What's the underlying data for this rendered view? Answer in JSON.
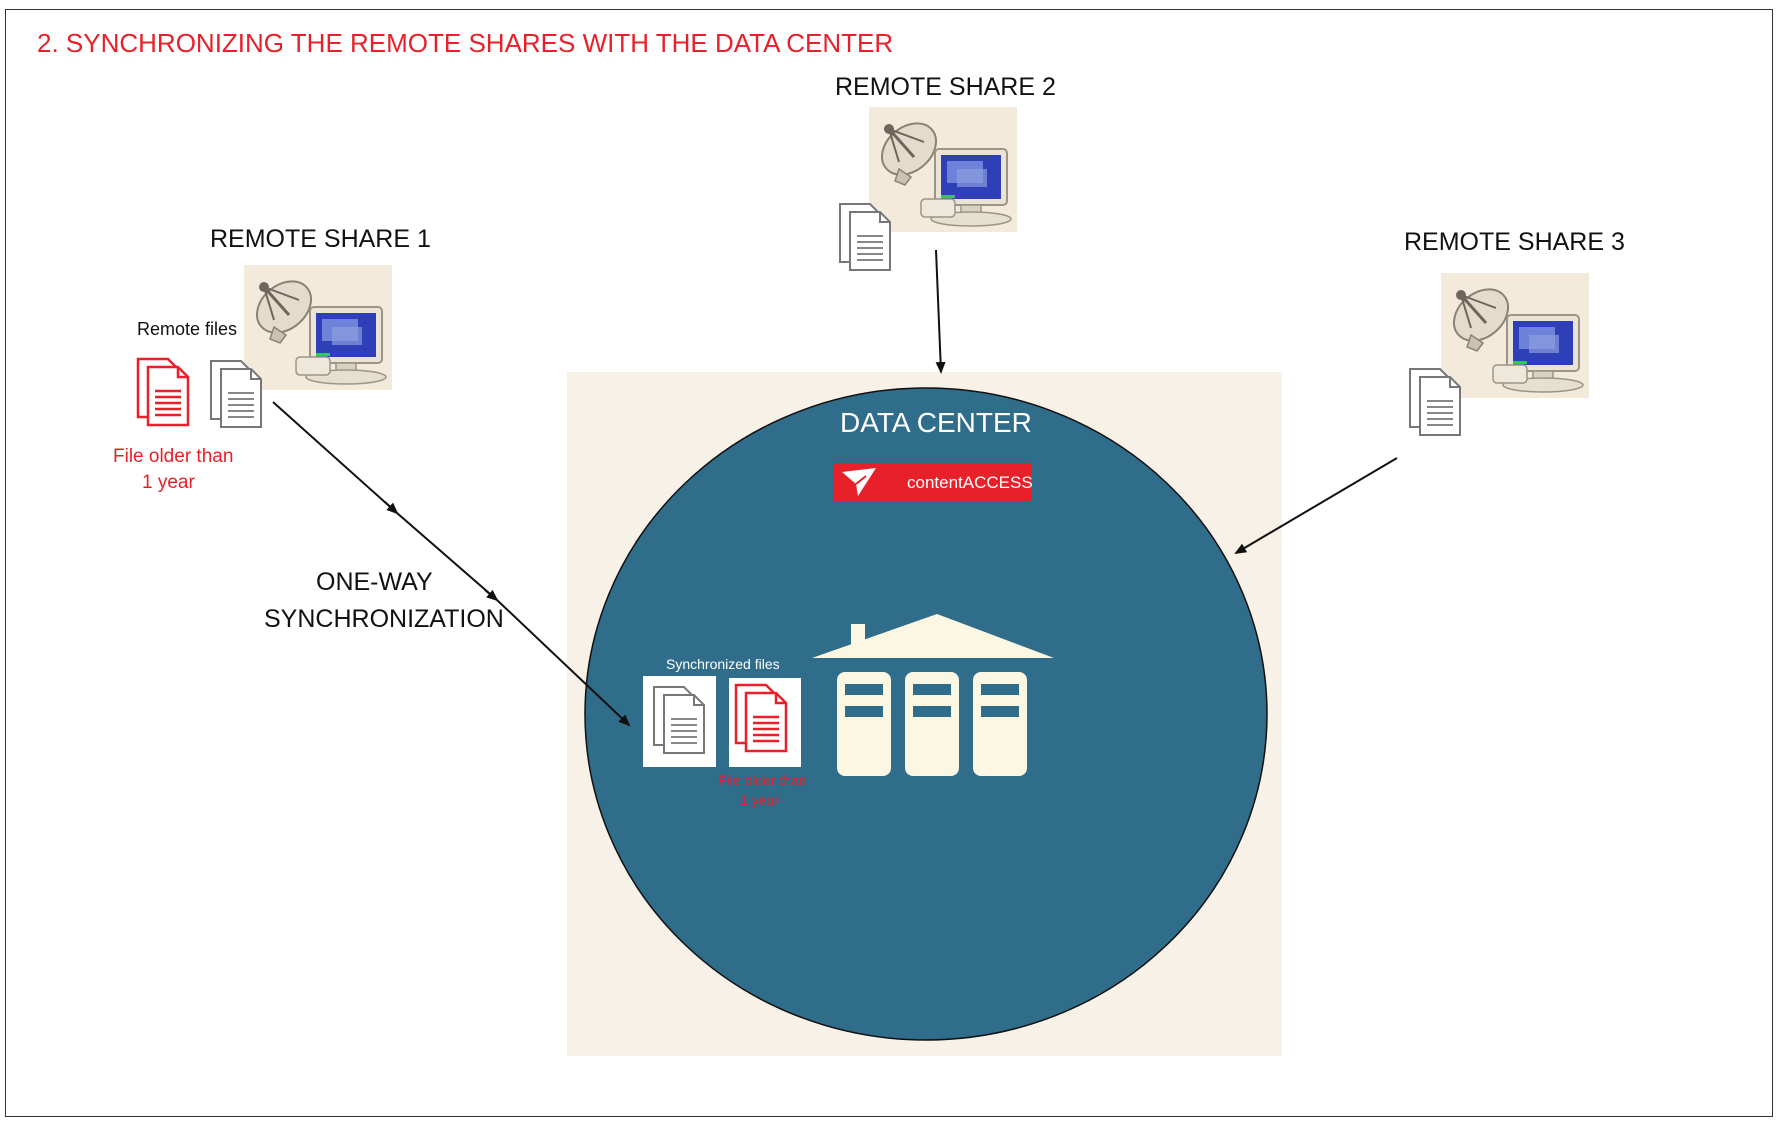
{
  "title": "2. SYNCHRONIZING THE REMOTE SHARES WITH THE DATA CENTER",
  "remote_share_1": {
    "label": "REMOTE SHARE 1",
    "files_label": "Remote files",
    "old_file_line1": "File older than",
    "old_file_line2": "1 year"
  },
  "remote_share_2": {
    "label": "REMOTE SHARE 2"
  },
  "remote_share_3": {
    "label": "REMOTE SHARE 3"
  },
  "sync_label_line1": "ONE-WAY",
  "sync_label_line2": "SYNCHRONIZATION",
  "data_center": {
    "label": "DATA CENTER",
    "brand": "contentACCESS",
    "synced_label": "Synchronized files",
    "old_file_line1": "File older than",
    "old_file_line2": "1 year"
  },
  "colors": {
    "accent_red": "#e8202a",
    "circle_teal": "#2f6d8a",
    "panel_beige": "#f8f1e7",
    "building_cream": "#fbf7e3",
    "icon_bg": "#f4eadc"
  },
  "icons": [
    "satellite-computer-icon",
    "document-stack-icon",
    "server-rack-icon",
    "paper-plane-logo-icon"
  ]
}
